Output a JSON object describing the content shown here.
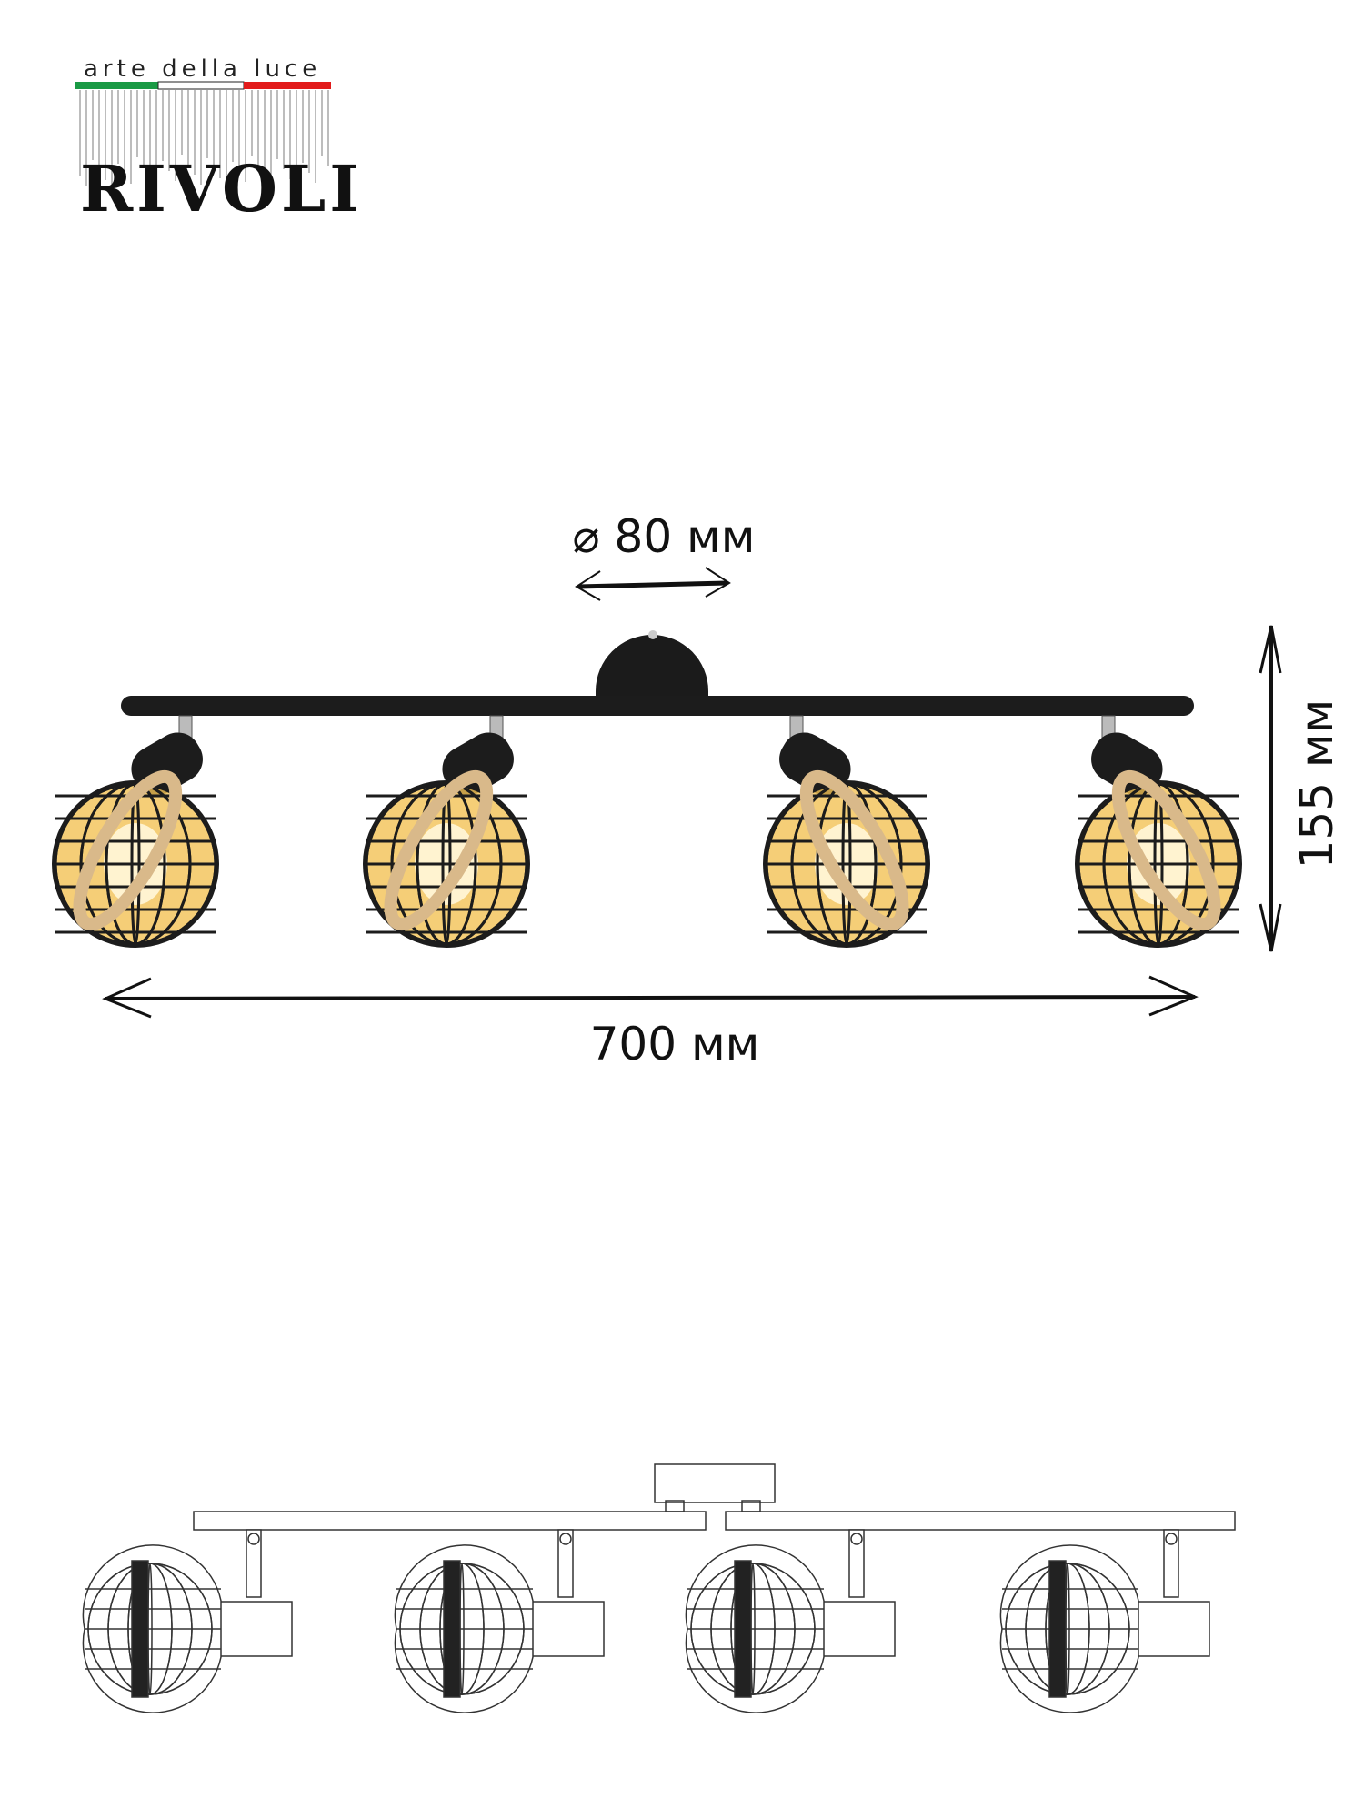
{
  "logo": {
    "tagline": "arte della luce",
    "brand": "RIVOLI",
    "flag_colors": [
      "#1a9a45",
      "#ffffff",
      "#e21b1b"
    ]
  },
  "dimensions": {
    "canopy_diameter": "⌀ 80 мм",
    "width": "700 мм",
    "height": "155 мм"
  },
  "product": {
    "lamp_count": 4,
    "colors": {
      "metal": "#1c1c1c",
      "rope": "#d9b98a",
      "glow": "#f2c255"
    }
  }
}
